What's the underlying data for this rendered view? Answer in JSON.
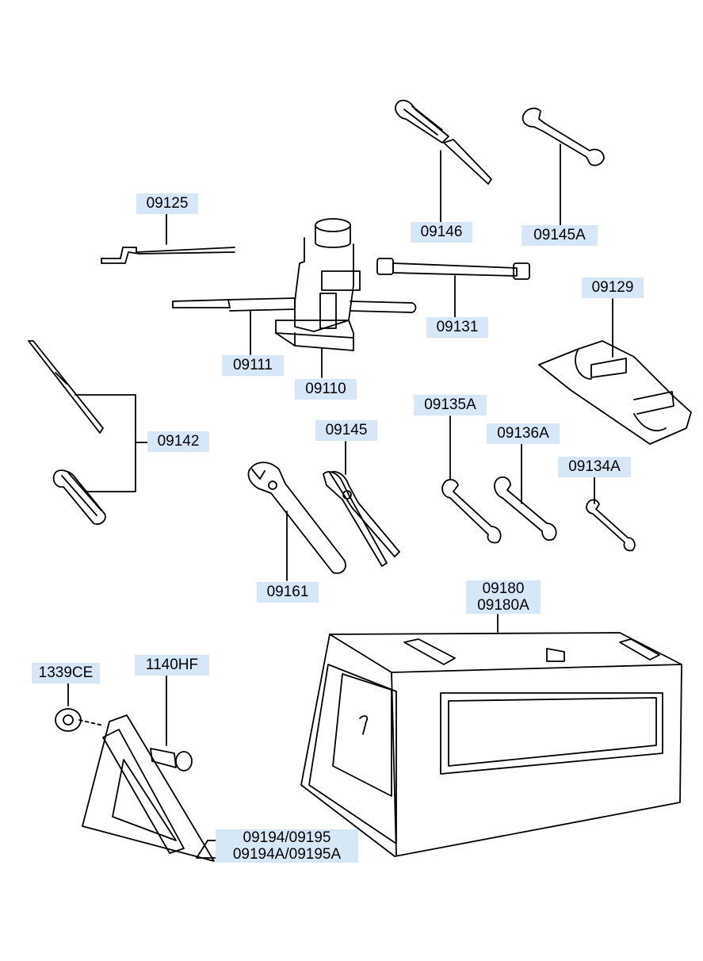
{
  "callouts": {
    "p09125": "09125",
    "p09146": "09146",
    "p09145A": "09145A",
    "p09129": "09129",
    "p09131": "09131",
    "p09111": "09111",
    "p09110": "09110",
    "p09142": "09142",
    "p09135A": "09135A",
    "p09145": "09145",
    "p09136A": "09136A",
    "p09134A": "09134A",
    "p09161": "09161",
    "p09180": "09180",
    "p09180A": "09180A",
    "p1339CE": "1339CE",
    "p1140HF": "1140HF",
    "p09194_09195": "09194/09195",
    "p09194A_09195A": "09194A/09195A"
  },
  "colors": {
    "label_background": "#d6e8f7",
    "line": "#000000"
  }
}
